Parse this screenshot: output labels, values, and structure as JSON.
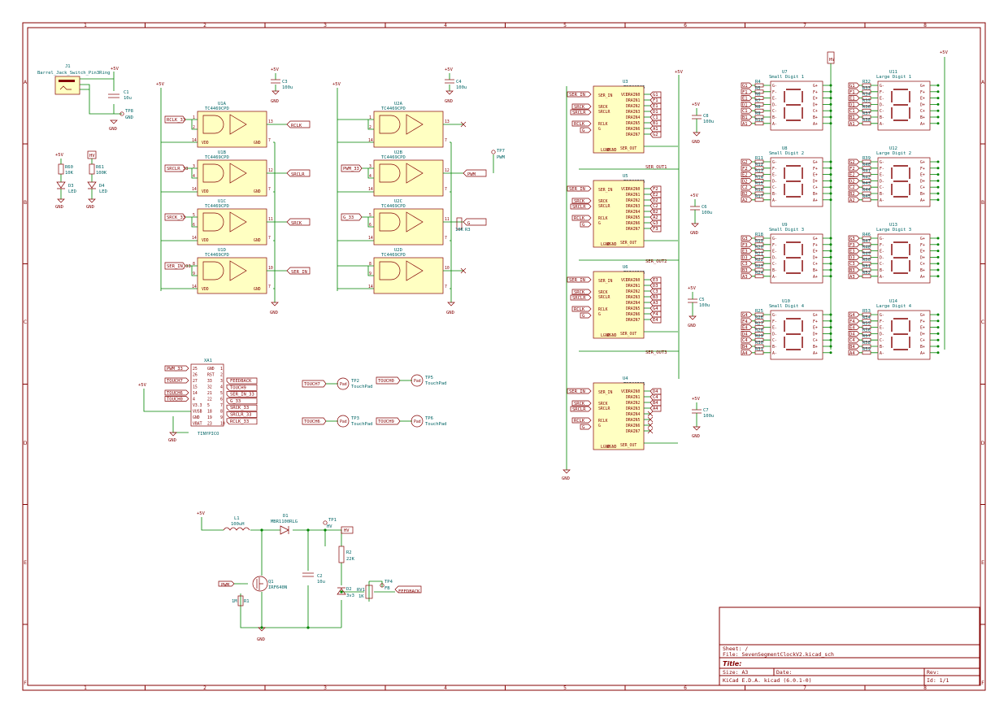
{
  "title_block": {
    "sheet_label": "Sheet: /",
    "file_label": "File: SevenSegmentClockV2.kicad_sch",
    "title_label": "Title:",
    "size_label": "Size: A3",
    "date_label": "Date:",
    "rev_label": "Rev:",
    "tool_label": "KiCad E.D.A.  kicad (6.0.1-0)",
    "id_label": "Id: 1/1"
  },
  "border": {
    "columns": [
      "1",
      "2",
      "3",
      "4",
      "5",
      "6",
      "7",
      "8"
    ],
    "rows": [
      "A",
      "B",
      "C",
      "D",
      "E",
      "F"
    ]
  },
  "power": {
    "j1": {
      "ref": "J1",
      "value": "Barrel_Jack_Switch_Pin3Ring",
      "c1_ref": "C1",
      "c1_val": "10u",
      "tp_ref": "TP8",
      "gnd": "GND",
      "vcc": "+5V"
    },
    "leds": [
      {
        "r_ref": "R60",
        "r_val": "10K",
        "d_ref": "D3",
        "d_val": "LED",
        "top": "+5V",
        "gnd": "GND"
      },
      {
        "r_ref": "R61",
        "r_val": "100K",
        "d_ref": "D4",
        "d_val": "LED",
        "top": "HV",
        "gnd": "GND"
      }
    ]
  },
  "buffers_left": {
    "vcc": "+5V",
    "gnd": "GND",
    "cap_ref": "C3",
    "cap_val": "100u",
    "units": [
      {
        "ref": "U1A",
        "part": "TC4469CPD",
        "in": "RCLK_33",
        "out": "RCLK",
        "p_in1": "1",
        "p_in2": "2",
        "p_out": "13",
        "p_vdd": "14",
        "p_gnd": "7"
      },
      {
        "ref": "U1B",
        "part": "TC4469CPD",
        "in": "SRCLR_33",
        "out": "SRCLR",
        "p_in1": "3",
        "p_in2": "4",
        "p_out": "12",
        "p_vdd": "14",
        "p_gnd": "7"
      },
      {
        "ref": "U1C",
        "part": "TC4469CPD",
        "in": "SRCK_33",
        "out": "SRCK",
        "p_in1": "5",
        "p_in2": "6",
        "p_out": "11",
        "p_vdd": "14",
        "p_gnd": "7"
      },
      {
        "ref": "U1D",
        "part": "TC4469CPD",
        "in": "SER_IN_33",
        "out": "SER_IN",
        "p_in1": "8",
        "p_in2": "9",
        "p_out": "10",
        "p_vdd": "14",
        "p_gnd": "7"
      }
    ],
    "vdd": "VDD",
    "gndpin": "GND"
  },
  "buffers_right": {
    "vcc": "+5V",
    "gnd": "GND",
    "cap_ref": "C4",
    "cap_val": "100u",
    "tp_ref": "TP7",
    "tp_net": "PWM",
    "units": [
      {
        "ref": "U2A",
        "part": "TC4469CPD",
        "in": "",
        "out": "",
        "p_in1": "1",
        "p_in2": "2",
        "p_out": "13",
        "p_vdd": "14",
        "p_gnd": "7"
      },
      {
        "ref": "U2B",
        "part": "TC4469CPD",
        "in": "PWM_33",
        "out": "PWM",
        "p_in1": "3",
        "p_in2": "4",
        "p_out": "12",
        "p_vdd": "14",
        "p_gnd": "7"
      },
      {
        "ref": "U2C",
        "part": "TC4469CPD",
        "in": "G_33",
        "out": "G",
        "p_in1": "5",
        "p_in2": "6",
        "p_out": "11",
        "p_vdd": "14",
        "p_gnd": "7"
      },
      {
        "ref": "U2D",
        "part": "TC4469CPD",
        "in": "",
        "out": "",
        "p_in1": "8",
        "p_in2": "9",
        "p_out": "10",
        "p_vdd": "14",
        "p_gnd": "7"
      }
    ],
    "r_ref": "R3",
    "r_val": "10K"
  },
  "mcu": {
    "ref": "XA1",
    "part": "TINYPICO",
    "vcc": "+5V",
    "gnd": "GND",
    "left": [
      {
        "net": "PWM_33",
        "pin": "25",
        "name": "GND",
        "pin2": "1"
      },
      {
        "net": "",
        "pin": "26",
        "name": "RST",
        "pin2": "2"
      },
      {
        "net": "TOUCH7",
        "pin": "27",
        "name": "33",
        "pin2": "3"
      },
      {
        "net": "",
        "pin": "15",
        "name": "32",
        "pin2": "4"
      },
      {
        "net": "TOUCH6",
        "pin": "14",
        "name": "21",
        "pin2": "5"
      },
      {
        "net": "TOUCH0",
        "pin": "4",
        "name": "22",
        "pin2": "6"
      },
      {
        "net": "",
        "pin": "V3.3",
        "name": "5",
        "pin2": "7"
      },
      {
        "net": "",
        "pin": "VUSB",
        "name": "18",
        "pin2": "8"
      },
      {
        "net": "",
        "pin": "GND",
        "name": "19",
        "pin2": "9"
      },
      {
        "net": "",
        "pin": "VBAT",
        "name": "23",
        "pin2": "10"
      }
    ],
    "right_nets": [
      "FEEDBACK",
      "TOUCH9",
      "SER_IN_33",
      "G_33",
      "SRCK_33",
      "SRCLR_33",
      "RCLK_33"
    ]
  },
  "touch": [
    {
      "net": "TOUCH7",
      "ref": "TP2",
      "val": "TouchPad",
      "pad": "Pad"
    },
    {
      "net": "TOUCH0",
      "ref": "TP5",
      "val": "TouchPad",
      "pad": "Pad"
    },
    {
      "net": "TOUCH6",
      "ref": "TP3",
      "val": "TouchPad",
      "pad": "Pad"
    },
    {
      "net": "TOUCH9",
      "ref": "TP6",
      "val": "TouchPad",
      "pad": "Pad"
    }
  ],
  "boost": {
    "vcc": "+5V",
    "l_ref": "L1",
    "l_val": "100uH",
    "d_ref": "D1",
    "d_val": "MBR1100RLG",
    "tp1_ref": "TP1",
    "tp1_val": "HV",
    "hv": "HV",
    "q_ref": "Q1",
    "q_val": "IRF640N",
    "pwm": "PWM",
    "r1_ref": "R1",
    "r1_val": "1M",
    "c2_ref": "C2",
    "c2_val": "10u",
    "r2_ref": "R2",
    "r2_val": "22K",
    "d2_ref": "D2",
    "d2_val": "3v3",
    "rv_ref": "RV1",
    "rv_val": "1K",
    "tp4_ref": "TP4",
    "tp4_val": "FB",
    "fb": "FEEDBACK",
    "gnd": "GND"
  },
  "shift_regs": [
    {
      "ref": "U3",
      "part": "TPIC6595",
      "cap_ref": "C8",
      "cap_val": "100u",
      "out_net": "SER_OUT1",
      "outs": [
        "G1",
        "F1",
        "E1",
        "D1",
        "C1",
        "B1",
        "A1",
        "G2"
      ]
    },
    {
      "ref": "U5",
      "part": "TPIC6595",
      "cap_ref": "C6",
      "cap_val": "100u",
      "out_net": "SER_OUT2",
      "outs": [
        "F2",
        "E2",
        "D2",
        "C2",
        "B2",
        "A2",
        "G3",
        "F3"
      ]
    },
    {
      "ref": "U6",
      "part": "TPIC6595",
      "cap_ref": "C5",
      "cap_val": "100u",
      "out_net": "SER_OUT3",
      "outs": [
        "E3",
        "D3",
        "C3",
        "B3",
        "A3",
        "G4",
        "F4",
        "E4"
      ]
    },
    {
      "ref": "U4",
      "part": "TPIC6595",
      "cap_ref": "C7",
      "cap_val": "100u",
      "out_net": "",
      "outs": [
        "D4",
        "C4",
        "B4",
        "A4",
        "",
        "",
        "",
        ""
      ]
    }
  ],
  "sr_pins": {
    "ser_in": "SER_IN",
    "srck": "SRCK",
    "srclr": "SRCLR",
    "rclk": "RCLK",
    "g": "G",
    "lgnd": "LGND",
    "pgnd": "PGND",
    "vcc": "VCC",
    "ser_out": "SER_OUT",
    "drains": [
      "DRAIN0",
      "DRAIN1",
      "DRAIN2",
      "DRAIN3",
      "DRAIN4",
      "DRAIN5",
      "DRAIN6",
      "DRAIN7"
    ]
  },
  "sr_gnd": "GND",
  "sr_vcc": "+5V",
  "hv_net": "HV",
  "displays_small": [
    {
      "ref": "U7",
      "val": "Small Digit 1",
      "nets": [
        "G1",
        "F1",
        "E1",
        "D1",
        "C1",
        "B1",
        "A1"
      ],
      "res": [
        "R4",
        "R5",
        "R6",
        "R7",
        "R8",
        "R9",
        "R10"
      ]
    },
    {
      "ref": "U8",
      "val": "Small Digit 2",
      "nets": [
        "G2",
        "F2",
        "E2",
        "D2",
        "C2",
        "B2",
        "A2"
      ],
      "res": [
        "R11",
        "R12",
        "R13",
        "R14",
        "R15",
        "R16",
        "R17"
      ]
    },
    {
      "ref": "U9",
      "val": "Small Digit 3",
      "nets": [
        "G3",
        "F3",
        "E3",
        "D3",
        "C3",
        "B3",
        "A3"
      ],
      "res": [
        "R18",
        "R19",
        "R20",
        "R21",
        "R22",
        "R23",
        "R24"
      ]
    },
    {
      "ref": "U10",
      "val": "Small Digit 4",
      "nets": [
        "G4",
        "F4",
        "E4",
        "D4",
        "C4",
        "B4",
        "A4"
      ],
      "res": [
        "R25",
        "R26",
        "R27",
        "R28",
        "R29",
        "R30",
        "R31"
      ]
    }
  ],
  "displays_large": [
    {
      "ref": "U11",
      "val": "Large Digit 1",
      "nets": [
        "G1",
        "F1",
        "E1",
        "D1",
        "C1",
        "B1",
        "A1"
      ],
      "res": [
        "R32",
        "R33",
        "R34",
        "R35",
        "R36",
        "R37",
        "R38"
      ]
    },
    {
      "ref": "U12",
      "val": "Large Digit 2",
      "nets": [
        "G2",
        "F2",
        "E2",
        "D2",
        "C2",
        "B2",
        "A2"
      ],
      "res": [
        "R39",
        "R40",
        "R41",
        "R42",
        "R43",
        "R44",
        "R45"
      ]
    },
    {
      "ref": "U13",
      "val": "Large Digit 3",
      "nets": [
        "G3",
        "F3",
        "E3",
        "D3",
        "C3",
        "B3",
        "A3"
      ],
      "res": [
        "R46",
        "R47",
        "R48",
        "R49",
        "R50",
        "R51",
        "R52"
      ]
    },
    {
      "ref": "U14",
      "val": "Large Digit 4",
      "nets": [
        "G4",
        "F4",
        "E4",
        "D4",
        "C4",
        "B4",
        "A4"
      ],
      "res": [
        "R53",
        "R54",
        "R55",
        "R56",
        "R57",
        "R58",
        "R59"
      ]
    }
  ],
  "seg_pins_left": [
    "G-",
    "F-",
    "E-",
    "D-",
    "C-",
    "B-",
    "A-"
  ],
  "seg_pins_right": [
    "G+",
    "F+",
    "E+",
    "D+",
    "C+",
    "B+",
    "A+"
  ],
  "disp_vcc": "+5V"
}
